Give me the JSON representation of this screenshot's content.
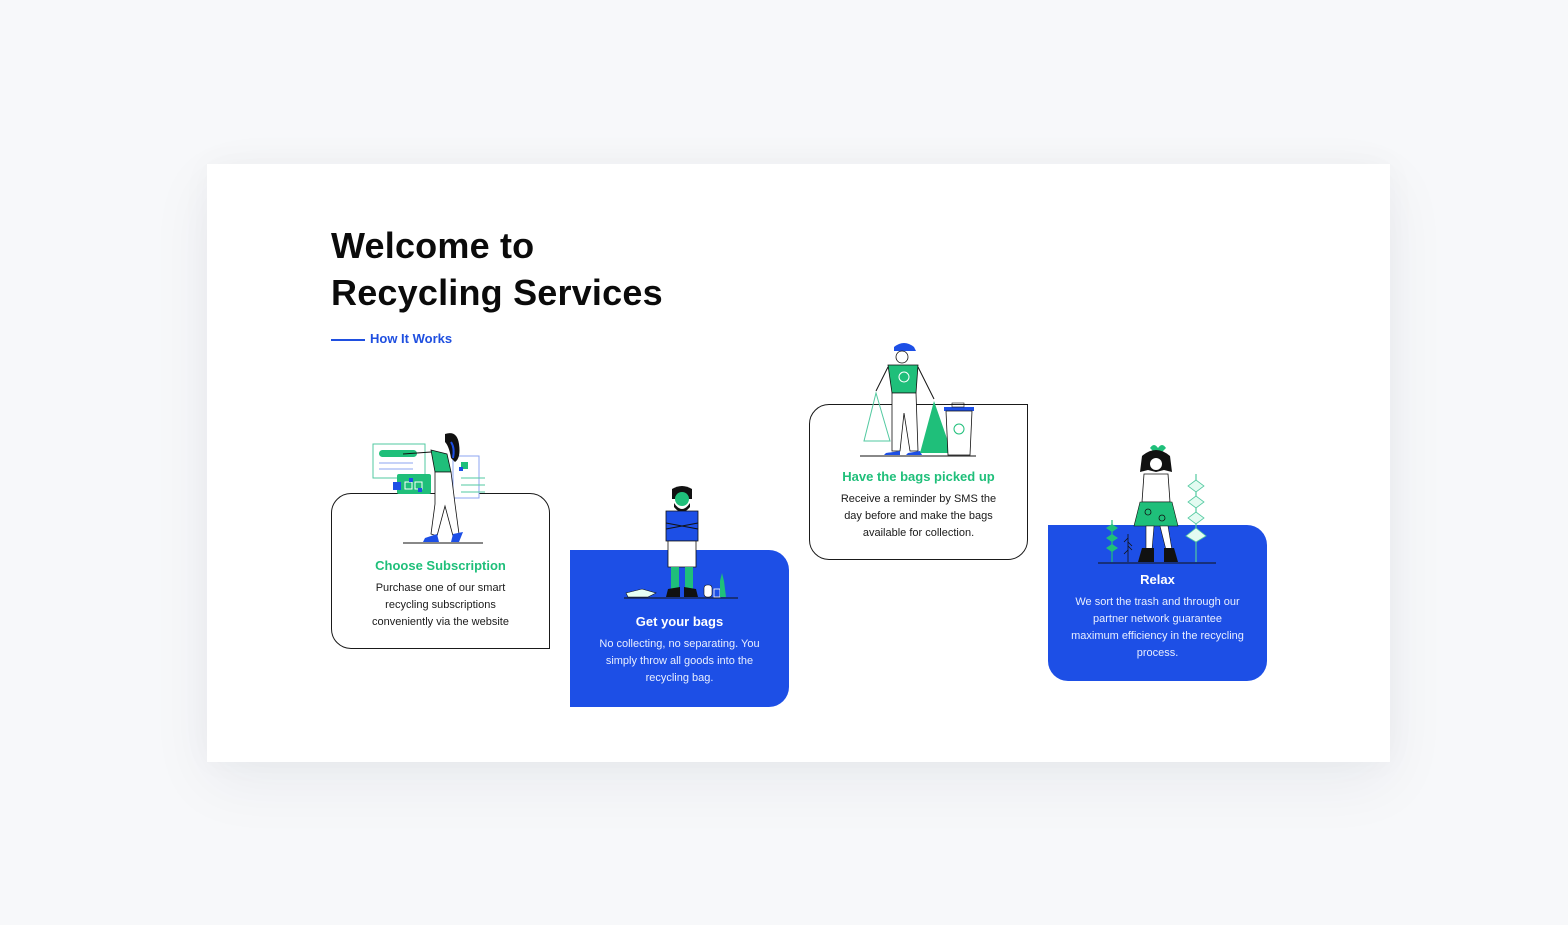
{
  "hero": {
    "title_line1": "Welcome to",
    "title_line2": "Recycling Services",
    "section_label": "How It Works"
  },
  "steps": [
    {
      "title": "Choose Subscription",
      "description": "Purchase one of our smart recycling subscriptions conveniently via the website",
      "illustration": "woman-choosing-subscription-illustration",
      "style": "outline"
    },
    {
      "title": "Get your bags",
      "description": "No collecting, no separating. You simply throw all goods  into the recycling bag.",
      "illustration": "man-with-recyclables-illustration",
      "style": "filled"
    },
    {
      "title": "Have the bags picked up",
      "description": "Receive a reminder by SMS the day before and make the bags available for collection.",
      "illustration": "man-carrying-bags-illustration",
      "style": "outline"
    },
    {
      "title": "Relax",
      "description": "We sort the trash and through our partner network guarantee maximum efficiency in the recycling process.",
      "illustration": "woman-relaxing-plants-illustration",
      "style": "filled"
    }
  ],
  "colors": {
    "brand_blue": "#1d4fe6",
    "accent_green": "#1fbf7a",
    "text_dark": "#0b0b0b",
    "background": "#f7f8fa"
  }
}
